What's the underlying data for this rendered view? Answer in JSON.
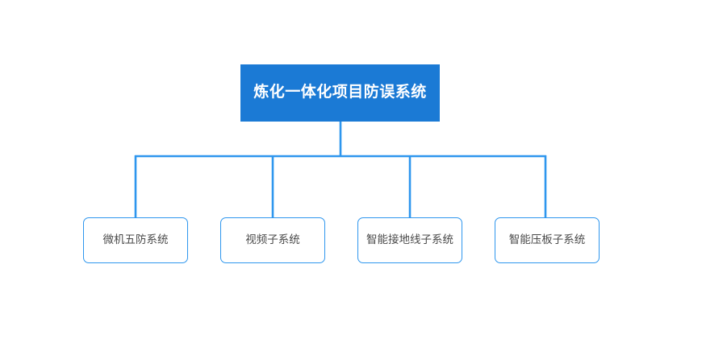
{
  "diagram": {
    "type": "org-chart",
    "title_text": "炼化一体化项目防误系统",
    "colors": {
      "root_fill": "#1b7ad5",
      "root_text": "#ffffff",
      "child_fill": "#ffffff",
      "child_border": "#2e96ee",
      "child_text": "#4a4a4a",
      "connector": "#2e96ee",
      "background": "#ffffff"
    },
    "root": {
      "label": "炼化一体化项目防误系统"
    },
    "children": [
      {
        "label": "微机五防系统"
      },
      {
        "label": "视频子系统"
      },
      {
        "label": "智能接地线子系统"
      },
      {
        "label": "智能压板子系统"
      }
    ]
  }
}
